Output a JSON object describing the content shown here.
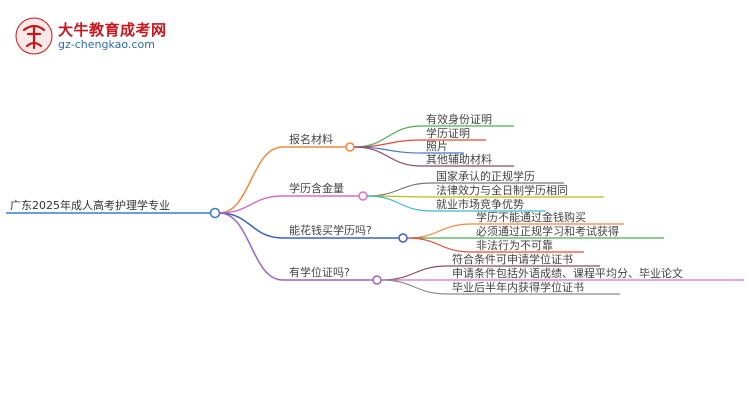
{
  "logo": {
    "title": "大牛教育成考网",
    "url": "gz-chengkao.com"
  },
  "root": {
    "label": "广东2025年成人高考护理学专业",
    "color": "#3a7bd5"
  },
  "branches": [
    {
      "label": "报名材料",
      "color": "#f0883e",
      "children": [
        {
          "label": "有效身份证明",
          "color": "#4caf50"
        },
        {
          "label": "学历证明",
          "color": "#e64a3b"
        },
        {
          "label": "照片",
          "color": "#4a78c9"
        },
        {
          "label": "其他辅助材料",
          "color": "#8b4b62"
        }
      ]
    },
    {
      "label": "学历含金量",
      "color": "#d96fc4",
      "children": [
        {
          "label": "国家承认的正规学历",
          "color": "#7a7a7a"
        },
        {
          "label": "法律效力与全日制学历相同",
          "color": "#c4b818"
        },
        {
          "label": "就业市场竞争优势",
          "color": "#3fb8c9"
        }
      ]
    },
    {
      "label": "能花钱买学历吗?",
      "color": "#3a60c4",
      "children": [
        {
          "label": "学历不能通过金钱购买",
          "color": "#f0883e"
        },
        {
          "label": "必须通过正规学习和考试获得",
          "color": "#4caf50"
        },
        {
          "label": "非法行为不可靠",
          "color": "#e64a3b"
        }
      ]
    },
    {
      "label": "有学位证吗?",
      "color": "#9b63c4",
      "children": [
        {
          "label": "符合条件可申请学位证书",
          "color": "#8b4b62"
        },
        {
          "label": "申请条件包括外语成绩、课程平均分、毕业论文",
          "color": "#d96fc4"
        },
        {
          "label": "毕业后半年内获得学位证书",
          "color": "#8a8a8a"
        }
      ]
    }
  ]
}
